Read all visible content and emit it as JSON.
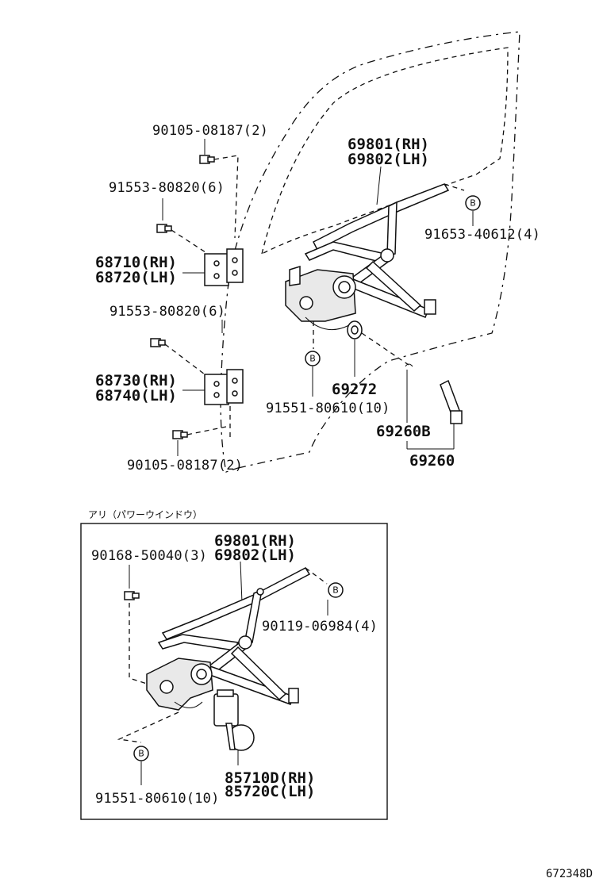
{
  "top_section": {
    "bolt_upper": "90105-08187(2)",
    "bolt_hinge_upper": "91553-80820(6)",
    "hinge_upper_rh": "68710(RH)",
    "hinge_upper_lh": "68720(LH)",
    "bolt_hinge_lower": "91553-80820(6)",
    "hinge_lower_rh": "68730(RH)",
    "hinge_lower_lh": "68740(LH)",
    "bolt_lower": "90105-08187(2)",
    "regulator_rh": "69801(RH)",
    "regulator_lh": "69802(LH)",
    "regulator_bolt": "91653-40612(4)",
    "washer": "69272",
    "regulator_bolt_b": "91551-80610(10)",
    "handle_sub": "69260B",
    "handle": "69260",
    "ref_b": "B"
  },
  "power_window_section": {
    "heading": "アリ（パワーウインドウ）",
    "regulator_rh": "69801(RH)",
    "regulator_lh": "69802(LH)",
    "bolt_upper": "90168-50040(3)",
    "bolt_right": "90119-06984(4)",
    "bolt_lower": "91551-80610(10)",
    "motor_rh": "85710D(RH)",
    "motor_lh": "85720C(LH)",
    "ref_b": "B"
  },
  "diagram_id": "672348D"
}
